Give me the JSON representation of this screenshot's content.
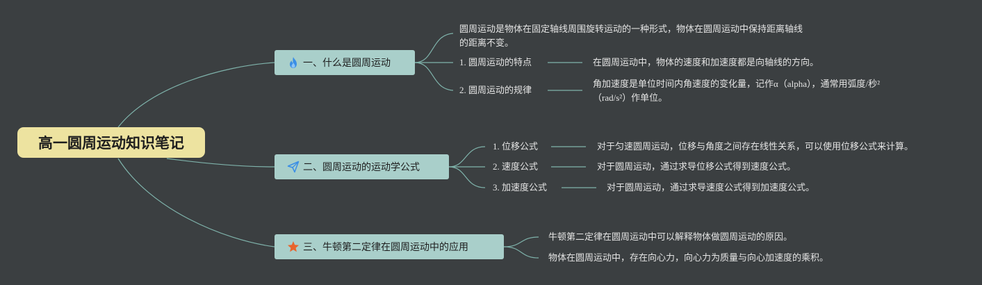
{
  "root": {
    "title": "高一圆周运动知识笔记"
  },
  "branches": [
    {
      "label": "一、什么是圆周运动",
      "icon": "fire-icon",
      "intro": "圆周运动是物体在固定轴线周围旋转运动的一种形式，物体在圆周运动中保持距离轴线的距离不变。",
      "items": [
        {
          "label": "1. 圆周运动的特点",
          "detail": "在圆周运动中，物体的速度和加速度都是向轴线的方向。"
        },
        {
          "label": "2. 圆周运动的规律",
          "detail": "角加速度是单位时间内角速度的变化量，记作α（alpha），通常用弧度/秒²（rad/s²）作单位。"
        }
      ]
    },
    {
      "label": "二、圆周运动的运动学公式",
      "icon": "paper-plane-icon",
      "items": [
        {
          "label": "1. 位移公式",
          "detail": "对于匀速圆周运动，位移与角度之间存在线性关系，可以使用位移公式来计算。"
        },
        {
          "label": "2. 速度公式",
          "detail": "对于圆周运动，通过求导位移公式得到速度公式。"
        },
        {
          "label": "3. 加速度公式",
          "detail": "对于圆周运动，通过求导速度公式得到加速度公式。"
        }
      ]
    },
    {
      "label": "三、牛顿第二定律在圆周运动中的应用",
      "icon": "star-icon",
      "notes": [
        "牛顿第二定律在圆周运动中可以解释物体做圆周运动的原因。",
        "物体在圆周运动中，存在向心力，向心力为质量与向心加速度的乘积。"
      ]
    }
  ],
  "colors": {
    "background": "#3b3f41",
    "root": "#ede3a0",
    "branch": "#a9cfca",
    "line": "#7fb3ab"
  }
}
